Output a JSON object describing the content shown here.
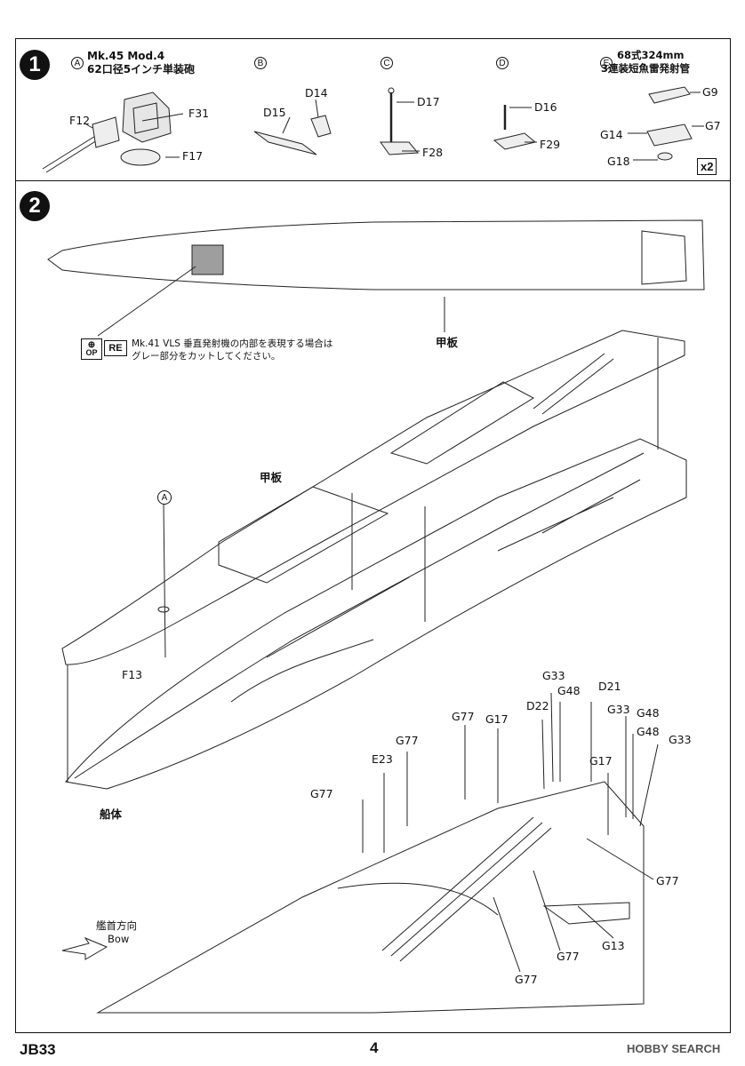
{
  "step1": {
    "number": "1",
    "partA": {
      "letter": "A",
      "title_line1": "Mk.45 Mod.4",
      "title_line2": "62口径5インチ単装砲",
      "parts": [
        "F12",
        "F31",
        "F17"
      ]
    },
    "partB": {
      "letter": "B",
      "parts": [
        "D14",
        "D15"
      ]
    },
    "partC": {
      "letter": "C",
      "parts": [
        "D17",
        "F28"
      ]
    },
    "partD": {
      "letter": "D",
      "parts": [
        "D16",
        "F29"
      ]
    },
    "partE": {
      "letter": "E",
      "title_line1": "68式324mm",
      "title_line2": "3連装短魚雷発射管",
      "parts": [
        "G9",
        "G14",
        "G7",
        "G18"
      ],
      "multiplier": "x2"
    }
  },
  "step2": {
    "number": "2",
    "note_line1": "Mk.41 VLS 垂直発射機の内部を表現する場合は",
    "note_line2": "グレー部分をカットしてください。",
    "icon_op": "OP",
    "icon_re": "RE",
    "deck_label": "甲板",
    "deck_label2": "甲板",
    "hull_label": "船体",
    "subassembly": "A",
    "part_f13": "F13",
    "bow_label_jp": "艦首方向",
    "bow_label_en": "Bow",
    "labels": {
      "g33a": "G33",
      "g48a": "G48",
      "d21": "D21",
      "d22": "D22",
      "g77a": "G77",
      "g17a": "G17",
      "g33b": "G33",
      "g48b": "G48",
      "g48c": "G48",
      "g33c": "G33",
      "g77b": "G77",
      "e23": "E23",
      "g17b": "G17",
      "g77c": "G77",
      "g77d": "G77",
      "g13": "G13",
      "g77e": "G77",
      "g77f": "G77"
    }
  },
  "footer": {
    "code": "JB33",
    "page": "4",
    "watermark": "HOBBY SEARCH"
  }
}
